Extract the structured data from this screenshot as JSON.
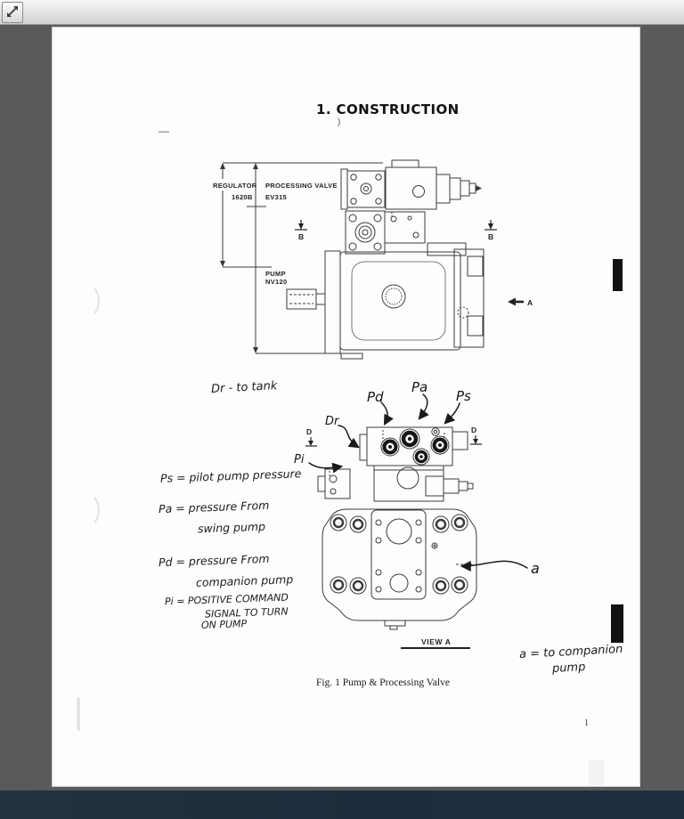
{
  "icons": {
    "toolbar_expand": "diagonal-resize-arrows"
  },
  "document": {
    "title": "1. CONSTRUCTION",
    "stray_paren": ")",
    "stray_dash": "—",
    "caption": "Fig. 1  Pump & Processing Valve",
    "page_number": "1"
  },
  "side_view": {
    "regulator_label": "REGULATOR",
    "regulator_model": "1620B",
    "valve_label": "PROCESSING VALVE",
    "valve_model": "EV315",
    "pump_label": "PUMP",
    "pump_model": "NV120",
    "section_marker_b": "B",
    "view_marker_a": "A"
  },
  "front_view": {
    "view_label": "VIEW A",
    "section_marker_d": "D",
    "port_labels": {
      "pd": "Pd",
      "pa": "Pa",
      "ps": "Ps",
      "dr": "Dr",
      "pi": "Pi",
      "a": "a"
    }
  },
  "handwritten": {
    "dr_note": "Dr - to tank",
    "legend": [
      "Ps =  pilot pump pressure",
      "Pa =  pressure From",
      "swing pump",
      "Pd =  pressure From",
      "companion pump",
      "Pi =  POSITIVE COMMAND",
      "SIGNAL TO TURN",
      "ON PUMP"
    ],
    "note_a": [
      "a = to companion",
      "pump"
    ]
  }
}
